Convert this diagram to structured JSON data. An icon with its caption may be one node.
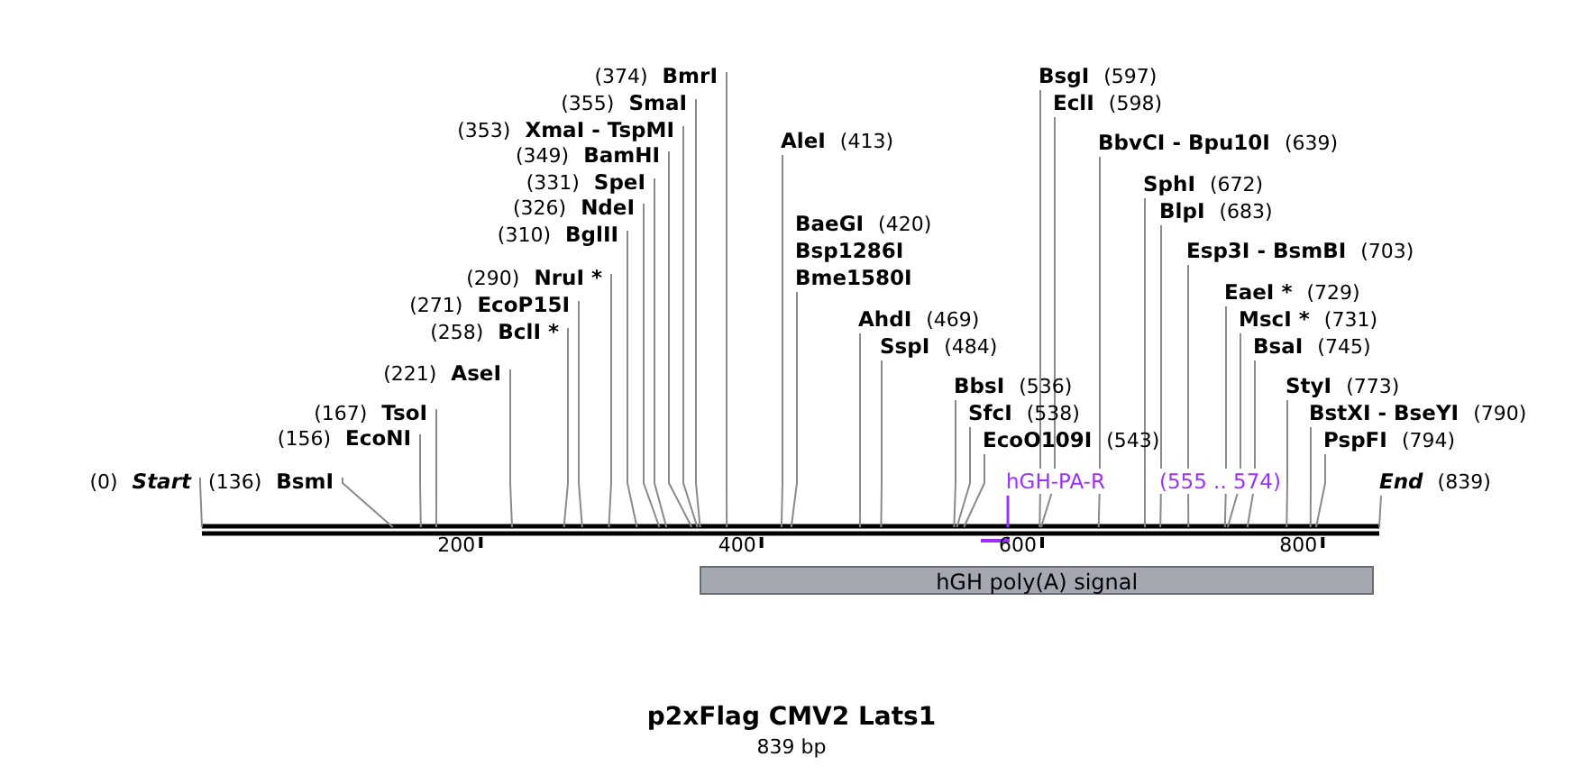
{
  "diagram": {
    "title": "p2xFlag CMV2 Lats1",
    "caption": "839 bp",
    "nodes": [
      {
        "text": [
          "(0)",
          "Start"
        ]
      },
      {
        "text": [
          "(136)",
          "BsmI"
        ]
      },
      {
        "text": [
          "(156)",
          "EcoNI"
        ]
      },
      {
        "text": [
          "(167)",
          "TsoI"
        ]
      },
      {
        "text": [
          "(221)",
          "AseI"
        ]
      },
      {
        "text": [
          "(258)",
          "BclI *"
        ]
      },
      {
        "text": [
          "(271)",
          "EcoP15I"
        ]
      },
      {
        "text": [
          "(290)",
          "NruI *"
        ]
      },
      {
        "text": [
          "(310)",
          "BglII"
        ]
      },
      {
        "text": [
          "(326)",
          "NdeI"
        ]
      },
      {
        "text": [
          "(331)",
          "SpeI"
        ]
      },
      {
        "text": [
          "(349)",
          "BamHI"
        ]
      },
      {
        "text": [
          "(353)",
          "XmaI - TspMI"
        ]
      },
      {
        "text": [
          "(355)",
          "SmaI"
        ]
      },
      {
        "text": [
          "(374)",
          "BmrI"
        ]
      },
      {
        "text": [
          "AleI",
          "(413)"
        ]
      },
      {
        "text": [
          "BaeGI",
          "(420)",
          "Bsp1286I",
          "Bme1580I"
        ]
      },
      {
        "text": [
          "AhdI",
          "(469)"
        ]
      },
      {
        "text": [
          "SspI",
          "(484)"
        ]
      },
      {
        "text": [
          "BbsI",
          "(536)"
        ]
      },
      {
        "text": [
          "SfcI",
          "(538)"
        ]
      },
      {
        "text": [
          "EcoO109I",
          "(543)"
        ]
      },
      {
        "text": [
          "BsgI",
          "(597)"
        ]
      },
      {
        "text": [
          "EclI",
          "(598)"
        ]
      },
      {
        "text": [
          "BbvCI - Bpu10I",
          "(639)"
        ]
      },
      {
        "text": [
          "SphI",
          "(672)"
        ]
      },
      {
        "text": [
          "BlpI",
          "(683)"
        ]
      },
      {
        "text": [
          "Esp3I - BsmBI",
          "(703)"
        ]
      },
      {
        "text": [
          "EaeI *",
          "(729)"
        ]
      },
      {
        "text": [
          "MscI *",
          "(731)"
        ]
      },
      {
        "text": [
          "BsaI",
          "(745)"
        ]
      },
      {
        "text": [
          "StyI",
          "(773)"
        ]
      },
      {
        "text": [
          "BstXI - BseYI",
          "(790)"
        ]
      },
      {
        "text": [
          "PspFI",
          "(794)"
        ]
      },
      {
        "text": [
          "End",
          "(839)"
        ]
      },
      {
        "text": [
          "hGH-PA-R",
          "(555 .. 574)"
        ]
      },
      {
        "text": [
          "hGH poly(A) signal"
        ]
      },
      {
        "text": [],
        "shape": "bar"
      }
    ],
    "edges": [
      {
        "from": 0,
        "to": 37,
        "arrow": "none"
      },
      {
        "from": 1,
        "to": 37,
        "arrow": "none"
      },
      {
        "from": 2,
        "to": 37,
        "arrow": "none"
      },
      {
        "from": 3,
        "to": 37,
        "arrow": "none"
      },
      {
        "from": 4,
        "to": 37,
        "arrow": "none"
      },
      {
        "from": 5,
        "to": 37,
        "arrow": "none"
      },
      {
        "from": 6,
        "to": 37,
        "arrow": "none"
      },
      {
        "from": 7,
        "to": 37,
        "arrow": "none"
      },
      {
        "from": 8,
        "to": 37,
        "arrow": "none"
      },
      {
        "from": 9,
        "to": 37,
        "arrow": "none"
      },
      {
        "from": 10,
        "to": 37,
        "arrow": "none"
      },
      {
        "from": 11,
        "to": 37,
        "arrow": "none"
      },
      {
        "from": 12,
        "to": 37,
        "arrow": "none"
      },
      {
        "from": 13,
        "to": 37,
        "arrow": "none"
      },
      {
        "from": 14,
        "to": 37,
        "arrow": "none"
      },
      {
        "from": 15,
        "to": 37,
        "arrow": "none"
      },
      {
        "from": 16,
        "to": 37,
        "arrow": "none"
      },
      {
        "from": 17,
        "to": 37,
        "arrow": "none"
      },
      {
        "from": 18,
        "to": 37,
        "arrow": "none"
      },
      {
        "from": 19,
        "to": 37,
        "arrow": "none"
      },
      {
        "from": 20,
        "to": 37,
        "arrow": "none"
      },
      {
        "from": 21,
        "to": 37,
        "arrow": "none"
      },
      {
        "from": 22,
        "to": 37,
        "arrow": "none"
      },
      {
        "from": 23,
        "to": 37,
        "arrow": "none"
      },
      {
        "from": 24,
        "to": 37,
        "arrow": "none"
      },
      {
        "from": 25,
        "to": 37,
        "arrow": "none"
      },
      {
        "from": 26,
        "to": 37,
        "arrow": "none"
      },
      {
        "from": 27,
        "to": 37,
        "arrow": "none"
      },
      {
        "from": 28,
        "to": 37,
        "arrow": "none"
      },
      {
        "from": 29,
        "to": 37,
        "arrow": "none"
      },
      {
        "from": 30,
        "to": 37,
        "arrow": "none"
      },
      {
        "from": 31,
        "to": 37,
        "arrow": "none"
      },
      {
        "from": 32,
        "to": 37,
        "arrow": "none"
      },
      {
        "from": 33,
        "to": 37,
        "arrow": "none"
      },
      {
        "from": 34,
        "to": 37,
        "arrow": "none"
      },
      {
        "from": 35,
        "to": 37,
        "arrow": "none",
        "color": "#9b30ff"
      }
    ],
    "labels": [
      "200",
      "400",
      "600",
      "800"
    ]
  }
}
